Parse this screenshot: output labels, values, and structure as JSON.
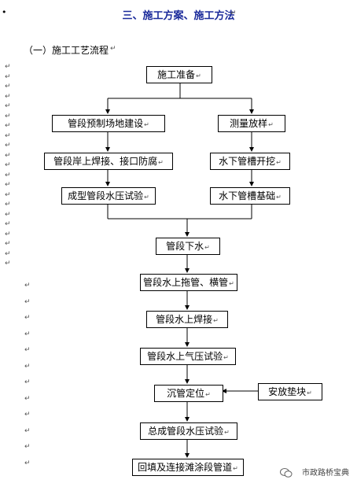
{
  "header": {
    "bullet": "•",
    "title": "三、施工方案、施工方法"
  },
  "section": {
    "subheading": "（一）施工工艺流程"
  },
  "paragraph_mark": "↵",
  "flow": {
    "start": "施工准备",
    "left_branch": [
      "管段预制场地建设",
      "管段岸上焊接、接口防腐",
      "成型管段水压试验"
    ],
    "right_branch": [
      "测量放样",
      "水下管槽开挖",
      "水下管槽基础"
    ],
    "main": [
      "管段下水",
      "管段水上拖管、横管",
      "管段水上焊接",
      "管段水上气压试验",
      "沉管定位",
      "总成管段水压试验",
      "回填及连接滩涂段管道"
    ],
    "side_input": "安放垫块"
  },
  "watermark": {
    "icon": "wechat-icon",
    "text": "市政路桥宝典"
  }
}
